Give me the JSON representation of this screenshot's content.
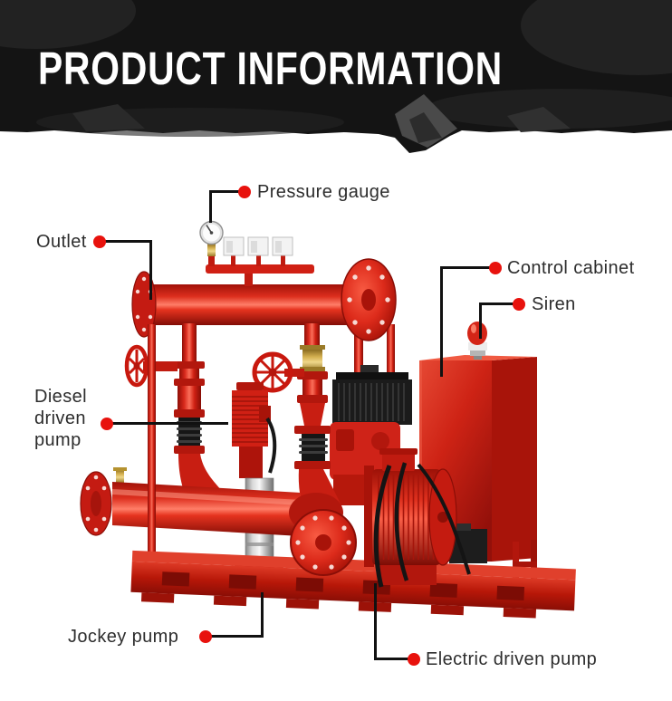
{
  "header": {
    "title": "PRODUCT INFORMATION"
  },
  "diagram": {
    "labels": [
      {
        "id": "pressure-gauge",
        "text": "Pressure gauge"
      },
      {
        "id": "outlet",
        "text": "Outlet"
      },
      {
        "id": "control-cabinet",
        "text": "Control cabinet"
      },
      {
        "id": "siren",
        "text": "Siren"
      },
      {
        "id": "diesel-driven-pump",
        "text": "Diesel driven pump"
      },
      {
        "id": "jockey-pump",
        "text": "Jockey pump"
      },
      {
        "id": "electric-driven-pump",
        "text": "Electric driven pump"
      }
    ],
    "colors": {
      "callout_dot": "#e8120d",
      "leader_line": "#111111",
      "machine_red": "#d8251d",
      "label_text": "#2d2d2d",
      "header_bg": "#141414",
      "header_text": "#ffffff"
    }
  }
}
